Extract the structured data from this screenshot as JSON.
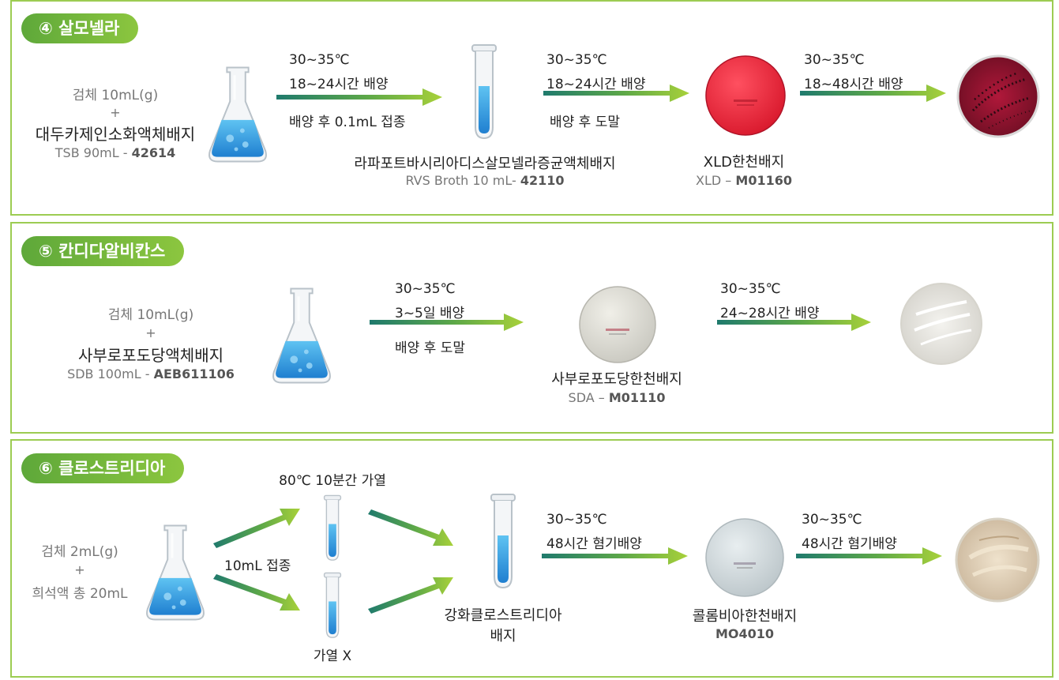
{
  "sections": [
    {
      "title": "④ 살모넬라",
      "sample": {
        "line1": "검체 10mL(g)",
        "plus": "+",
        "medium": "대두카제인소화액체배지",
        "code_prefix": "TSB 90mL - ",
        "code": "42614"
      },
      "step1": {
        "cond1": "30~35℃",
        "cond2": "18~24시간 배양",
        "note": "배양 후 0.1mL 접종"
      },
      "tube": {
        "name": "라파포트바시리아디스살모넬라증균액체배지",
        "code_prefix": "RVS Broth 10 mL- ",
        "code": "42110"
      },
      "step2": {
        "cond1": "30~35℃",
        "cond2": "18~24시간 배양",
        "note": "배양 후 도말"
      },
      "plate": {
        "name": "XLD한천배지",
        "code_prefix": "XLD – ",
        "code": "M01160"
      },
      "step3": {
        "cond1": "30~35℃",
        "cond2": "18~48시간 배양"
      }
    },
    {
      "title": "⑤ 칸디다알비칸스",
      "sample": {
        "line1": "검체 10mL(g)",
        "plus": "+",
        "medium": "사부로포도당액체배지",
        "code_prefix": "SDB 100mL - ",
        "code": "AEB611106"
      },
      "step1": {
        "cond1": "30~35℃",
        "cond2": "3~5일 배양",
        "note": "배양 후 도말"
      },
      "plate": {
        "name": "사부로포도당한천배지",
        "code_prefix": "SDA – ",
        "code": "M01110"
      },
      "step2": {
        "cond1": "30~35℃",
        "cond2": "24~28시간 배양"
      }
    },
    {
      "title": "⑥ 클로스트리디아",
      "sample": {
        "line1": "검체 2mL(g)",
        "plus": "+",
        "line2": "희석액 총 20mL"
      },
      "heat": "80℃ 10분간 가열",
      "inoculate": "10mL 접종",
      "noheat": "가열 X",
      "tube": {
        "name1": "강화클로스트리디아",
        "name2": "배지"
      },
      "step1": {
        "cond1": "30~35℃",
        "cond2": "48시간 혐기배양"
      },
      "plate": {
        "name": "콜롬비아한천배지",
        "code": "MO4010"
      },
      "step2": {
        "cond1": "30~35℃",
        "cond2": "48시간 혐기배양"
      }
    }
  ],
  "colors": {
    "accent_green": "#8cc63f",
    "arrow_dark": "#1f7a6d",
    "flask_blue": "#3aa0e0",
    "xld_red": "#e8283a",
    "xld_growth": "#c0203e"
  }
}
